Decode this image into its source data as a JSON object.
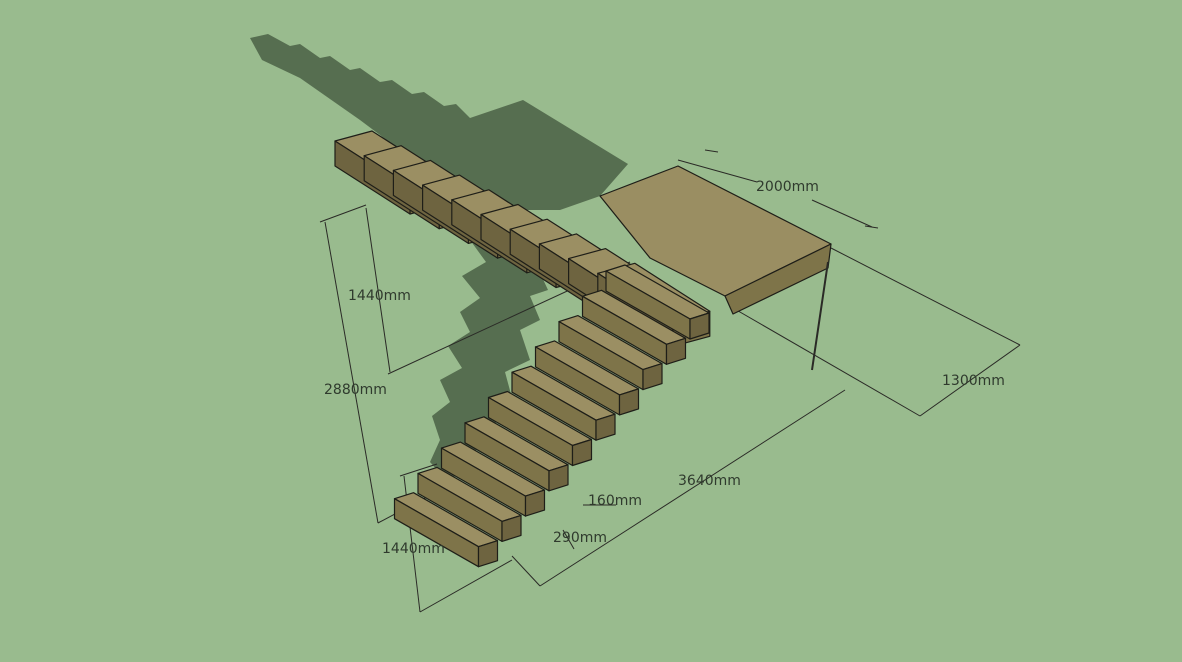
{
  "colors": {
    "background": "#99bb8e",
    "shadow": "#566e50",
    "tread_top": "#9b8f63",
    "tread_front": "#7e7449",
    "tread_side": "#6e6440",
    "landing_top": "#9a8e62",
    "edge": "#1e1e18",
    "dimension_line": "#2a2a26",
    "dimension_text": "#2f3a2d"
  },
  "dimensions": {
    "landing_width": "2000mm",
    "landing_depth": "1300mm",
    "upper_flight_height": "1440mm",
    "total_height": "2880mm",
    "lower_flight_height": "1440mm",
    "total_run": "3640mm",
    "riser_height": "160mm",
    "tread_depth": "290mm"
  }
}
